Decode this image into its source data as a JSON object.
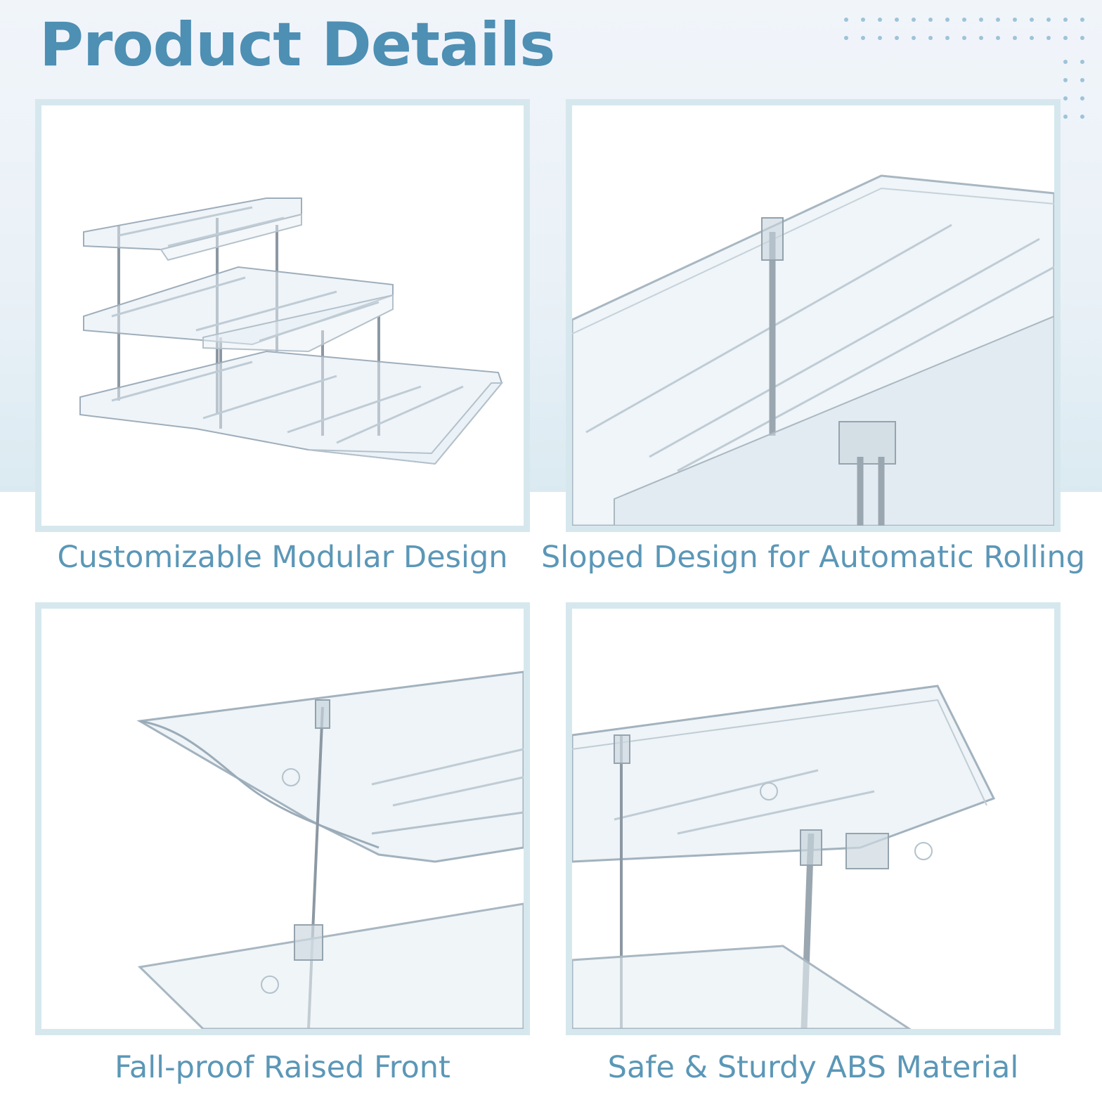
{
  "header": {
    "title": "Product Details",
    "accent_color": "#4e8fb4"
  },
  "panels": [
    {
      "caption": "Customizable Modular Design",
      "image": "three-tier-clear-shelf-organizer"
    },
    {
      "caption": "Sloped Design for Automatic Rolling",
      "image": "sloped-tray-closeup"
    },
    {
      "caption": "Fall-proof Raised Front",
      "image": "raised-front-tray-closeup"
    },
    {
      "caption": "Safe & Sturdy ABS Material",
      "image": "tray-and-metal-rod-closeup"
    }
  ],
  "colors": {
    "caption_text": "#5b97b7",
    "panel_border": "#d6e8ee",
    "background_band": "#e9f1f7"
  }
}
